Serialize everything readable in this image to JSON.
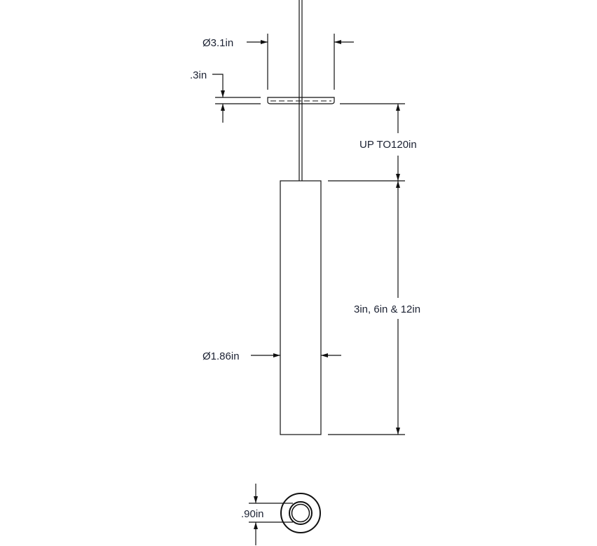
{
  "dimensions": {
    "canopy_diameter": "Ø3.1in",
    "canopy_height": ".3in",
    "cord_length": "UP TO120in",
    "pendant_length": "3in, 6in & 12in",
    "pendant_diameter": "Ø1.86in",
    "aperture_diameter": ".90in"
  },
  "colors": {
    "line": "#111111",
    "text": "#1c2233"
  }
}
